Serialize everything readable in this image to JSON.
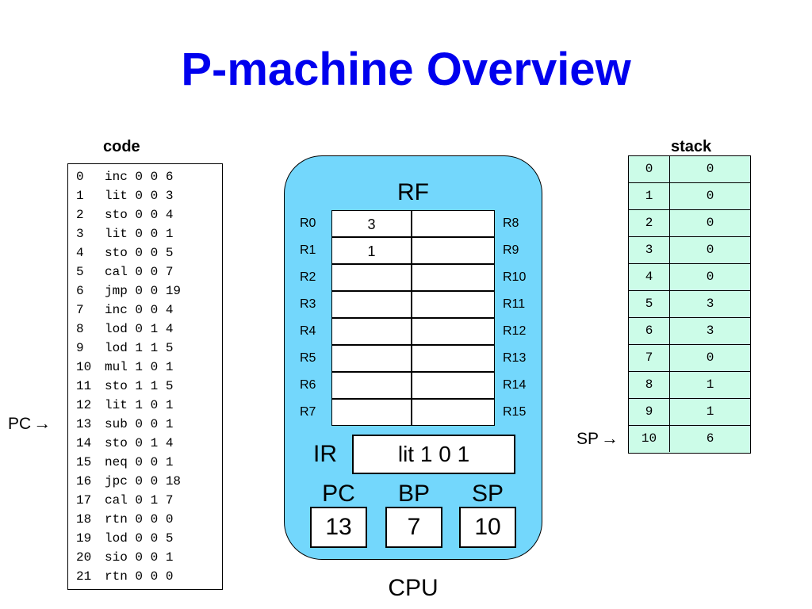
{
  "title": "P-machine Overview",
  "code": {
    "label": "code",
    "lines": [
      {
        "n": "0",
        "ins": "inc 0 0 6"
      },
      {
        "n": "1",
        "ins": "lit 0 0 3"
      },
      {
        "n": "2",
        "ins": "sto 0 0 4"
      },
      {
        "n": "3",
        "ins": "lit 0 0 1"
      },
      {
        "n": "4",
        "ins": "sto 0 0 5"
      },
      {
        "n": "5",
        "ins": "cal 0 0 7"
      },
      {
        "n": "6",
        "ins": "jmp 0 0 19"
      },
      {
        "n": "7",
        "ins": "inc 0 0 4"
      },
      {
        "n": "8",
        "ins": "lod 0 1 4"
      },
      {
        "n": "9",
        "ins": "lod 1 1 5"
      },
      {
        "n": "10",
        "ins": "mul 1 0 1"
      },
      {
        "n": "11",
        "ins": "sto 1 1 5"
      },
      {
        "n": "12",
        "ins": "lit 1 0 1"
      },
      {
        "n": "13",
        "ins": "sub 0 0 1"
      },
      {
        "n": "14",
        "ins": "sto 0 1 4"
      },
      {
        "n": "15",
        "ins": "neq 0 0 1"
      },
      {
        "n": "16",
        "ins": "jpc 0 0 18"
      },
      {
        "n": "17",
        "ins": "cal 0 1 7"
      },
      {
        "n": "18",
        "ins": "rtn 0 0 0"
      },
      {
        "n": "19",
        "ins": "lod 0 0 5"
      },
      {
        "n": "20",
        "ins": "sio 0 0 1"
      },
      {
        "n": "21",
        "ins": "rtn 0 0 0"
      }
    ],
    "pc_pointer": {
      "label": "PC",
      "arrow": "→",
      "line_index": 13
    }
  },
  "cpu": {
    "label": "CPU",
    "rf_label": "RF",
    "registers": [
      {
        "left_name": "R0",
        "left_value": "3",
        "right_name": "R8",
        "right_value": ""
      },
      {
        "left_name": "R1",
        "left_value": "1",
        "right_name": "R9",
        "right_value": ""
      },
      {
        "left_name": "R2",
        "left_value": "",
        "right_name": "R10",
        "right_value": ""
      },
      {
        "left_name": "R3",
        "left_value": "",
        "right_name": "R11",
        "right_value": ""
      },
      {
        "left_name": "R4",
        "left_value": "",
        "right_name": "R12",
        "right_value": ""
      },
      {
        "left_name": "R5",
        "left_value": "",
        "right_name": "R13",
        "right_value": ""
      },
      {
        "left_name": "R6",
        "left_value": "",
        "right_name": "R14",
        "right_value": ""
      },
      {
        "left_name": "R7",
        "left_value": "",
        "right_name": "R15",
        "right_value": ""
      }
    ],
    "ir": {
      "label": "IR",
      "value": "lit 1 0 1"
    },
    "pc": {
      "label": "PC",
      "value": "13"
    },
    "bp": {
      "label": "BP",
      "value": "7"
    },
    "sp": {
      "label": "SP",
      "value": "10"
    },
    "fill_color": "#73d7fc"
  },
  "stack": {
    "label": "stack",
    "fill_color": "#ccfce8",
    "entries": [
      {
        "addr": "0",
        "val": "0"
      },
      {
        "addr": "1",
        "val": "0"
      },
      {
        "addr": "2",
        "val": "0"
      },
      {
        "addr": "3",
        "val": "0"
      },
      {
        "addr": "4",
        "val": "0"
      },
      {
        "addr": "5",
        "val": "3"
      },
      {
        "addr": "6",
        "val": "3"
      },
      {
        "addr": "7",
        "val": "0"
      },
      {
        "addr": "8",
        "val": "1"
      },
      {
        "addr": "9",
        "val": "1"
      },
      {
        "addr": "10",
        "val": "6"
      }
    ],
    "sp_pointer": {
      "label": "SP",
      "arrow": "→",
      "entry_index": 10
    }
  },
  "title_color": "#0000ee"
}
